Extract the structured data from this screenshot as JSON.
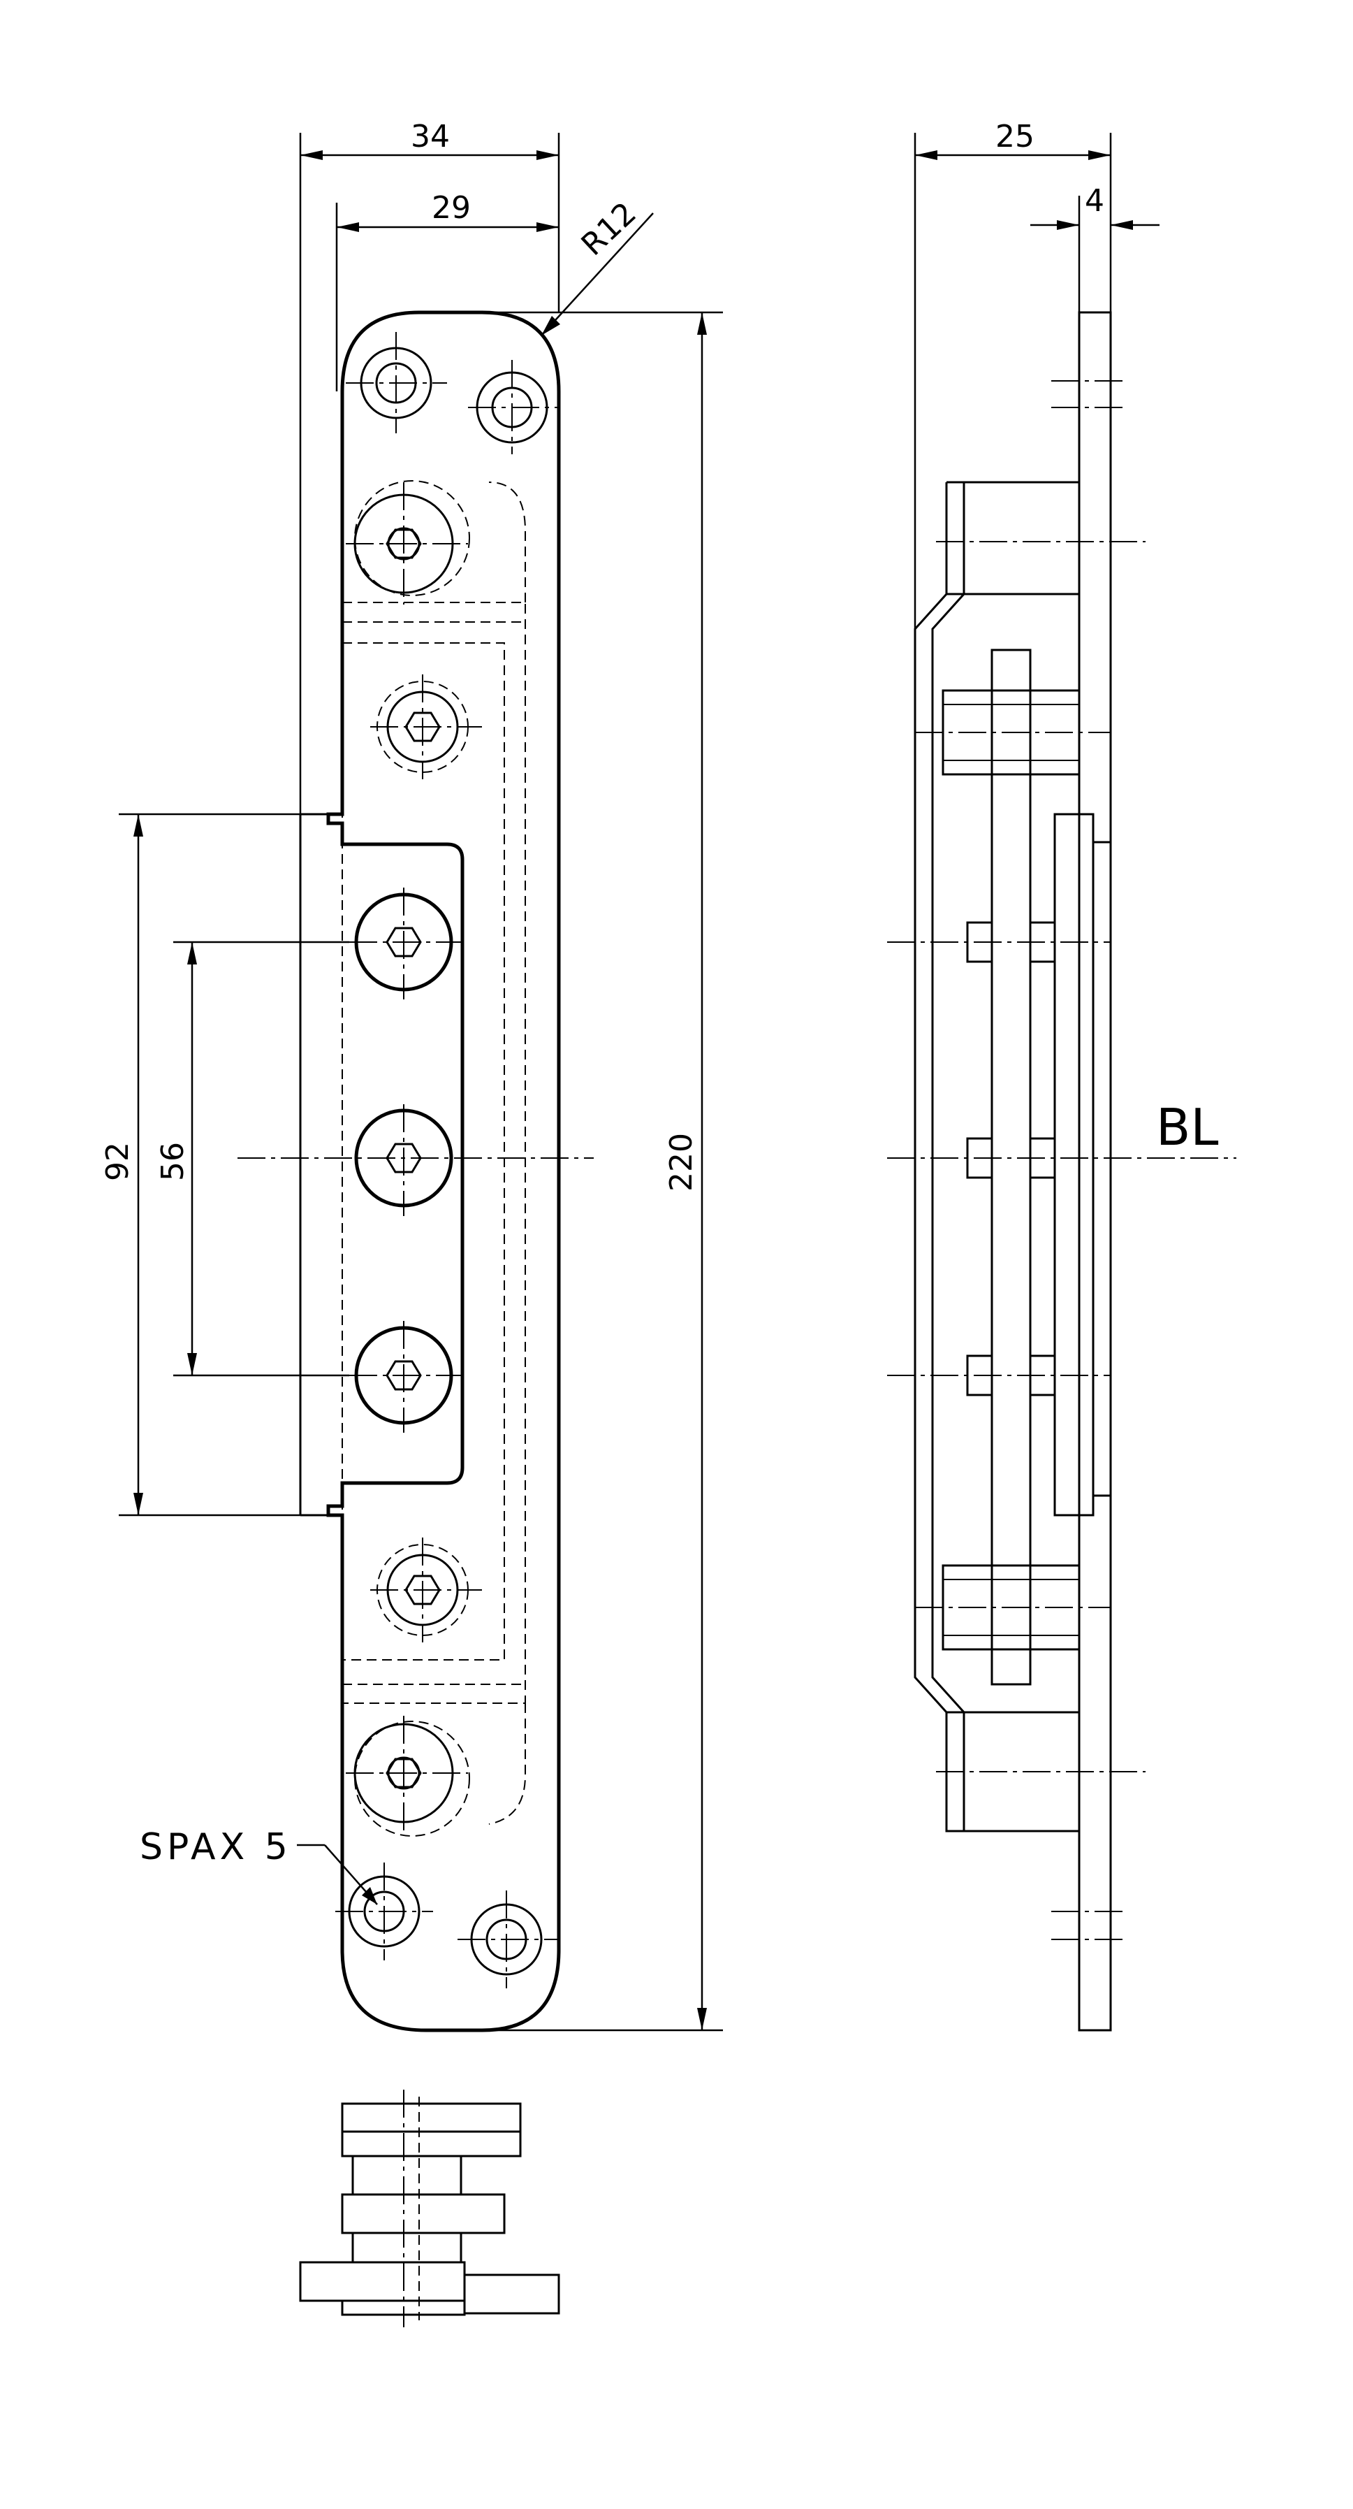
{
  "dimensions": {
    "width_34": "34",
    "width_29": "29",
    "radius_r12": "R12",
    "side_width_25": "25",
    "side_thickness_4": "4",
    "height_220": "220",
    "span_92": "92",
    "span_56": "56"
  },
  "labels": {
    "bl": "BL",
    "spax": "SPAX 5"
  }
}
